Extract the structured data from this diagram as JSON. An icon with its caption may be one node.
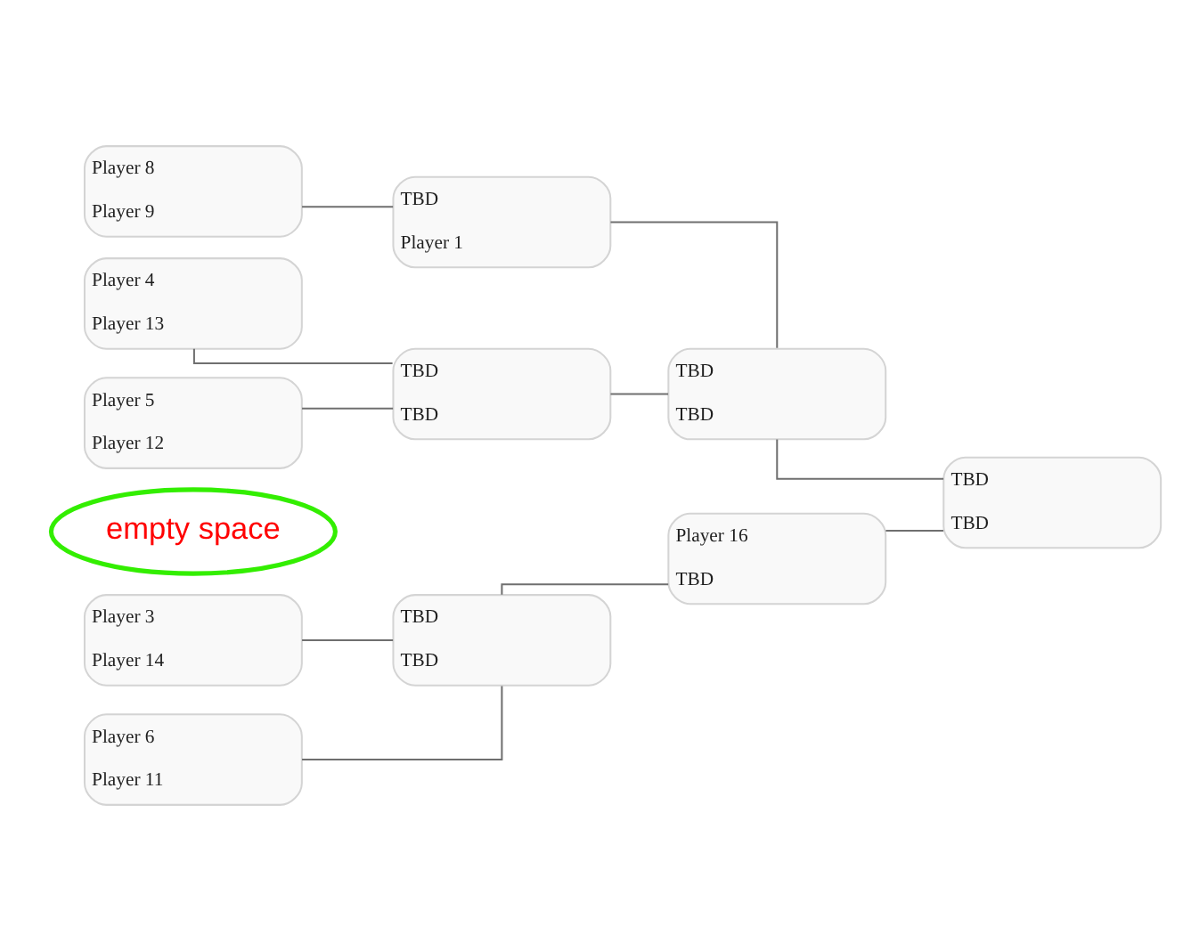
{
  "diagram": {
    "nodes": [
      {
        "text": [
          "Player 8",
          "Player 9"
        ]
      },
      {
        "text": [
          "Player 4",
          "Player 13"
        ]
      },
      {
        "text": [
          "Player 5",
          "Player 12"
        ]
      },
      {
        "text": [
          "empty space"
        ]
      },
      {
        "text": [
          "Player 3",
          "Player 14"
        ]
      },
      {
        "text": [
          "Player 6",
          "Player 11"
        ]
      },
      {
        "text": [
          "TBD",
          "Player 1"
        ]
      },
      {
        "text": [
          "TBD",
          "TBD"
        ]
      },
      {
        "text": [
          "TBD",
          "TBD"
        ]
      },
      {
        "text": [
          "TBD",
          "TBD"
        ]
      },
      {
        "text": [
          "Player 16",
          "TBD"
        ]
      },
      {
        "text": [
          "TBD",
          "TBD"
        ]
      }
    ],
    "edges": [
      {
        "from": 0,
        "to": 6,
        "arrow": "none"
      },
      {
        "from": 1,
        "to": 7,
        "arrow": "none"
      },
      {
        "from": 2,
        "to": 7,
        "arrow": "none"
      },
      {
        "from": 4,
        "to": 8,
        "arrow": "none"
      },
      {
        "from": 5,
        "to": 8,
        "arrow": "none"
      },
      {
        "from": 6,
        "to": 9,
        "arrow": "none"
      },
      {
        "from": 7,
        "to": 9,
        "arrow": "none"
      },
      {
        "from": 8,
        "to": 10,
        "arrow": "none"
      },
      {
        "from": 9,
        "to": 11,
        "arrow": "none"
      },
      {
        "from": 10,
        "to": 11,
        "arrow": "none"
      }
    ]
  }
}
